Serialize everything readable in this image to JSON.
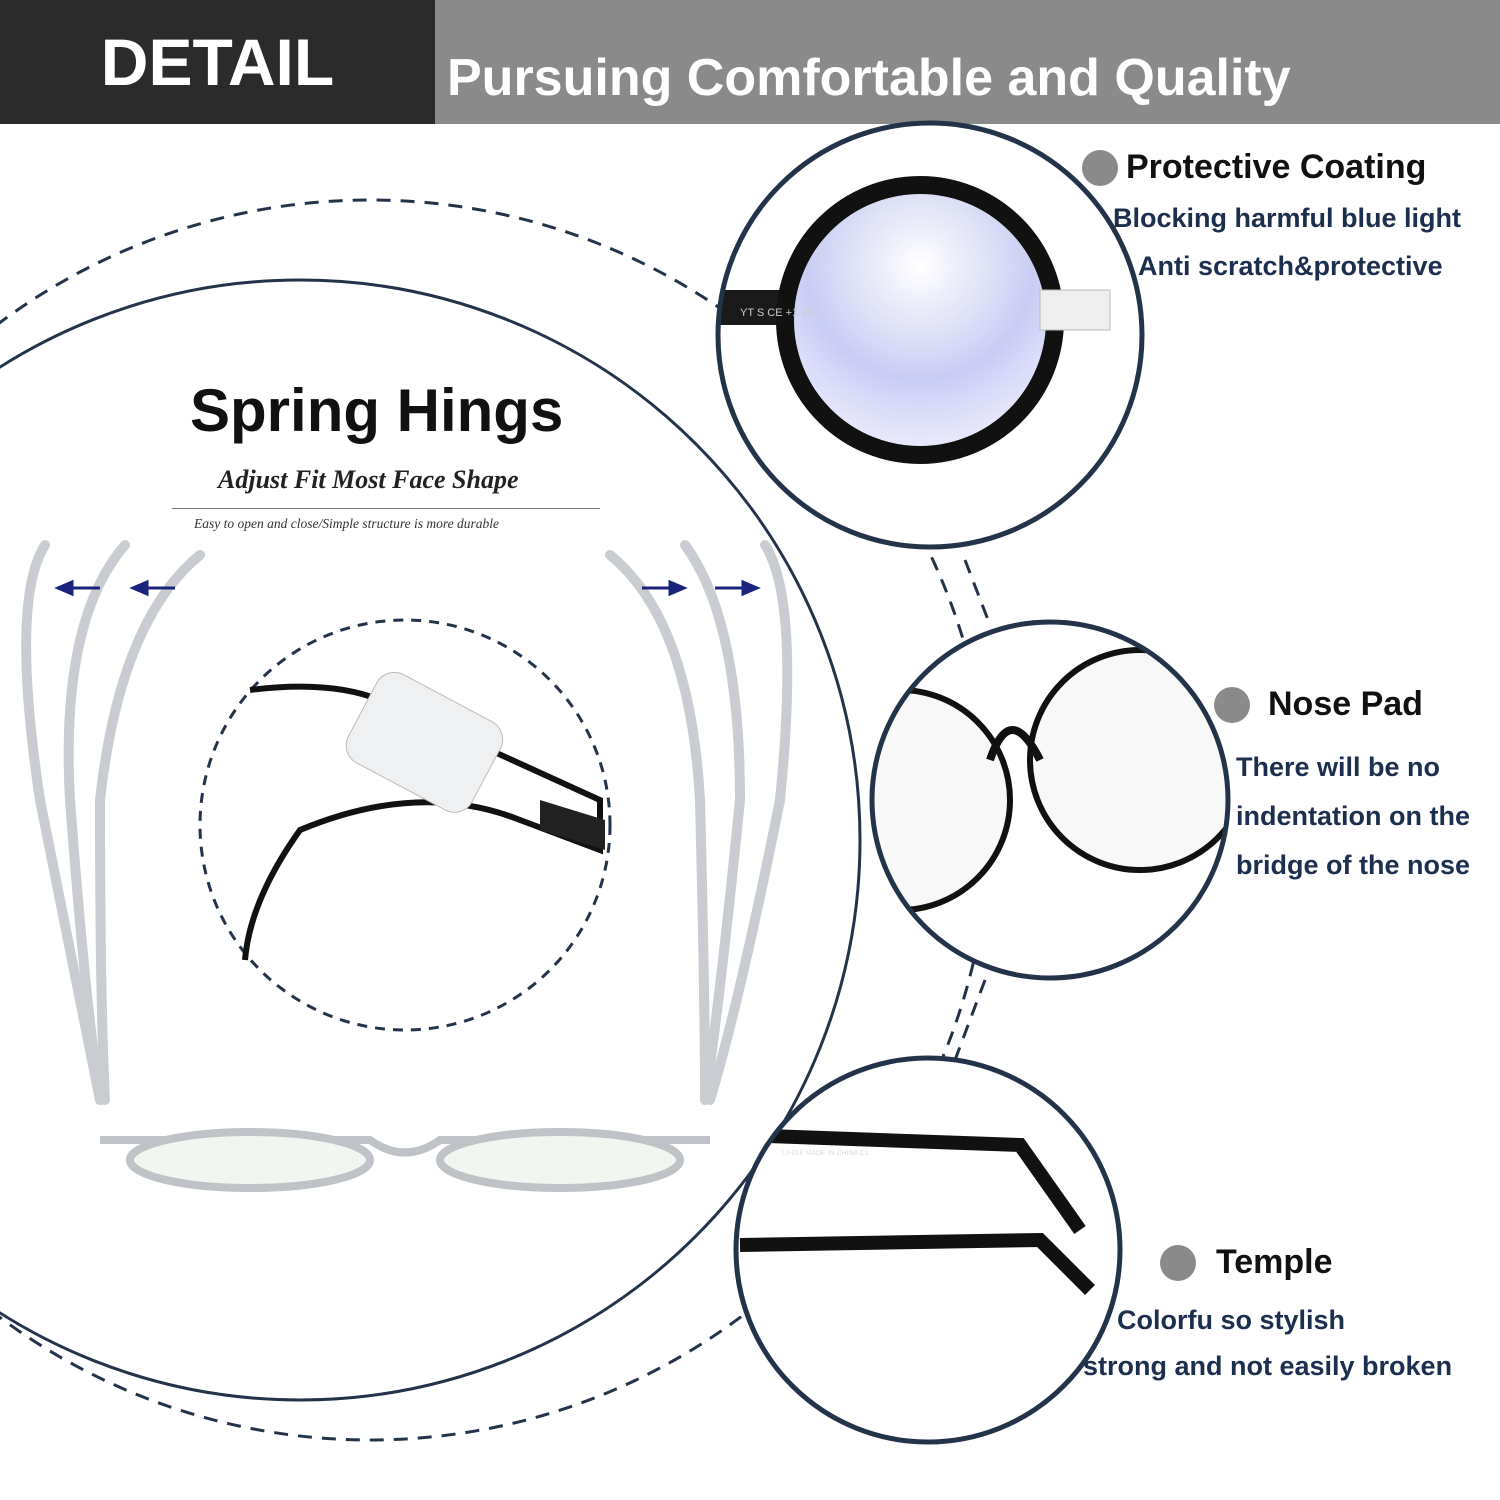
{
  "header": {
    "badge": "DETAIL",
    "tagline": "Pursuing Comfortable and Quality"
  },
  "spring_hinges": {
    "title": "Spring Hings",
    "subtitle": "Adjust Fit Most Face Shape",
    "caption": "Easy to open and close/Simple structure is more durable"
  },
  "features": [
    {
      "title": "Protective Coating",
      "lines": [
        "Blocking harmful blue light",
        "Anti scratch&protective"
      ]
    },
    {
      "title": "Nose Pad",
      "lines": [
        "There will be no",
        "indentation on the",
        "bridge of the nose"
      ]
    },
    {
      "title": "Temple",
      "lines": [
        "Colorfu so stylish",
        "strong and not easily broken"
      ]
    }
  ],
  "product_prints": {
    "lens_marking": "YT    S  CE +1.25",
    "temple_marking": "LY-018 MADE IN CHINA C1"
  },
  "colors": {
    "header_dark": "#2b2b2b",
    "header_gray": "#8a8a8a",
    "ring": "#23334a",
    "feature_text": "#1c2f4f",
    "arrow": "#1a237e"
  }
}
